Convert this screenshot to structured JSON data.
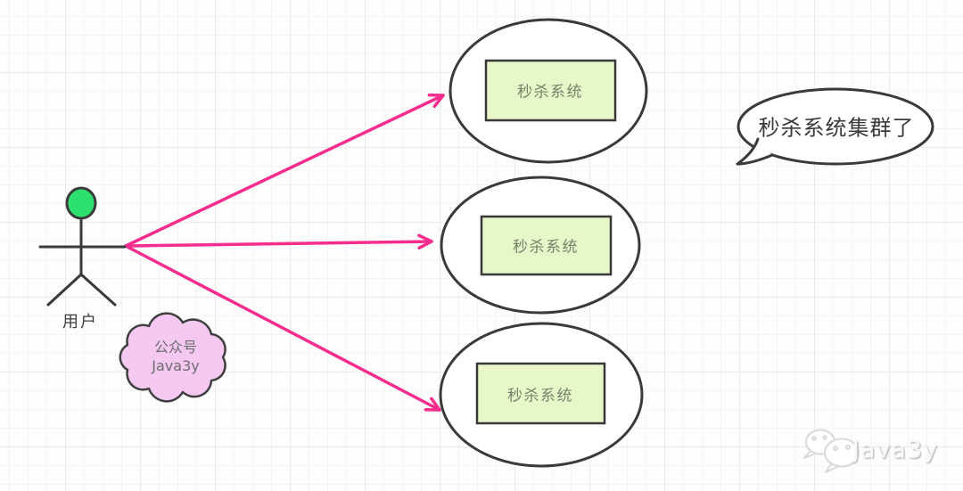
{
  "diagram": {
    "title_hint": "seckill system cluster diagram",
    "actor": {
      "label": "用户"
    },
    "nodes": [
      {
        "label": "秒杀系统"
      },
      {
        "label": "秒杀系统"
      },
      {
        "label": "秒杀系统"
      }
    ],
    "callout": {
      "text": "秒杀系统集群了"
    },
    "cloud": {
      "line1": "公众号",
      "line2": "Java3y"
    },
    "watermark": {
      "text": "Java3y",
      "icon": "wechat-icon"
    },
    "colors": {
      "arrow": "#f62d8d",
      "node_fill": "#e7f7c8",
      "node_border": "#383838",
      "node_text": "#77816b",
      "actor_head": "#2ee06e",
      "cloud_fill": "#f5c8f2",
      "outline": "#3a3a3a",
      "watermark_gray": "#d8d8d8"
    }
  }
}
